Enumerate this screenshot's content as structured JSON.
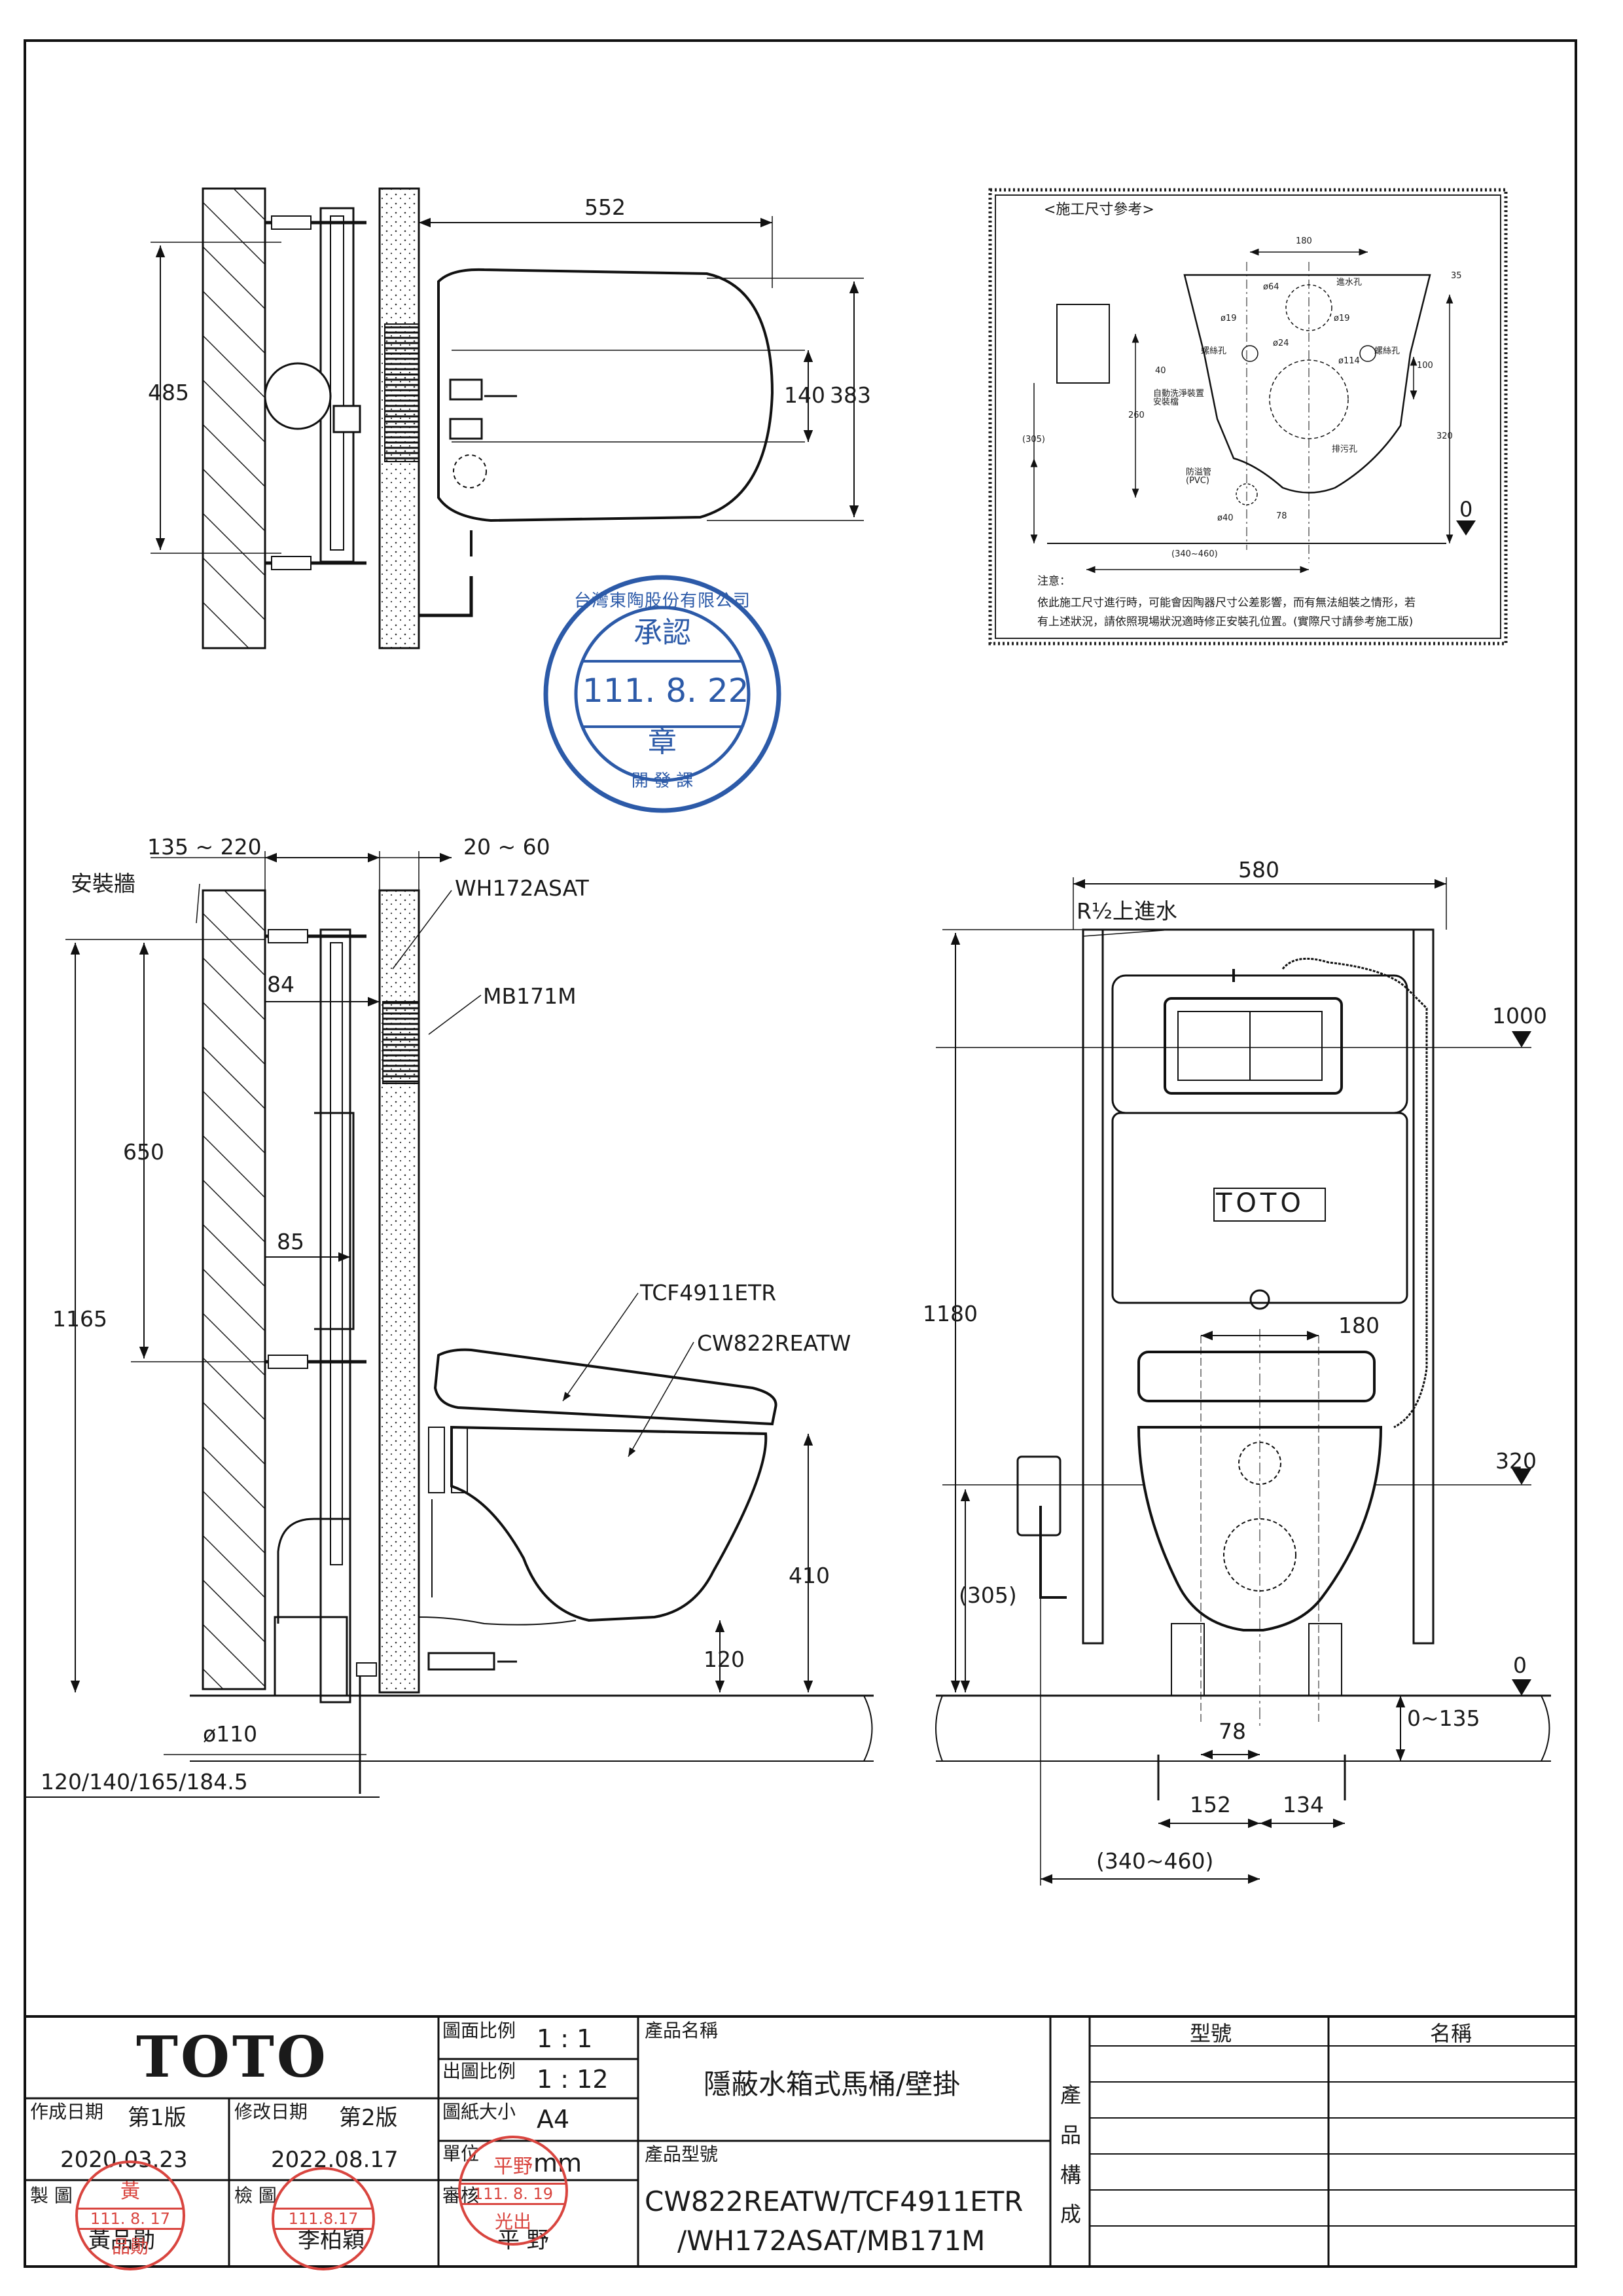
{
  "side_top": {
    "d_552": "552",
    "d_485": "485",
    "d_140": "140",
    "d_383": "383"
  },
  "ref_box": {
    "title": "<施工尺寸參考>",
    "d_180": "180",
    "d_35": "35",
    "d_64": "ø64",
    "d_19a": "ø19",
    "d_19b": "ø19",
    "d_24": "ø24",
    "d_114": "ø114",
    "d_40": "40",
    "d_100": "100",
    "d_260": "260",
    "d_305": "(305)",
    "d_320": "320",
    "d_40b": "ø40",
    "d_78": "78",
    "d_340": "(340~460)",
    "zero": "0",
    "l_inlet": "進水孔",
    "l_bolt1": "螺絲孔",
    "l_bolt2": "螺絲孔",
    "l_elec": "自動洗淨裝置\n安裝檔",
    "l_drain": "排污孔",
    "l_wp": "防溢管\n(PVC)",
    "note_head": "注意：",
    "note1": "依此施工尺寸進行時，可能會因陶器尺寸公差影響，而有無法組裝之情形，若",
    "note2": "有上述狀況，請依照現場狀況適時修正安裝孔位置。(實際尺寸請參考施工版)"
  },
  "stamp_blue": {
    "ring": "台灣東陶股份有限公司",
    "approve": "承認",
    "date": "111. 8. 22",
    "seal": "章",
    "dept": "開  發  課"
  },
  "side_main": {
    "d_135": "135 ~ 220",
    "d_20": "20 ~ 60",
    "l_wall": "安裝牆",
    "l_wh": "WH172ASAT",
    "l_mb": "MB171M",
    "d_84": "84",
    "d_650": "650",
    "d_85": "85",
    "d_1165": "1165",
    "l_tcf": "TCF4911ETR",
    "l_cw": "CW822REATW",
    "d_410": "410",
    "d_120": "120",
    "d_110": "ø110",
    "d_120list": "120/140/165/184.5"
  },
  "front": {
    "d_580": "580",
    "l_inlet": "R½上進水",
    "d_1000": "1000",
    "brand": "TOTO",
    "d_1180": "1180",
    "d_180": "180",
    "d_320": "320",
    "d_305": "(305)",
    "d_0": "0",
    "d_0135": "0~135",
    "d_78": "78",
    "d_152": "152",
    "d_134": "134",
    "d_340": "(340~460)"
  },
  "title_block": {
    "logo": "TOTO",
    "scale_label": "圖面比例",
    "scale_value": "1 : 1",
    "print_scale_label": "出圖比例",
    "print_scale_value": "1 : 12",
    "paper_label": "圖紙大小",
    "paper_value": "A4",
    "unit_label": "單位",
    "unit_value": "mm",
    "review_label": "審核",
    "review_name": "平  野",
    "made_date_label": "作成日期",
    "made_version": "第1版",
    "made_date": "2020.03.23",
    "rev_date_label": "修改日期",
    "rev_version": "第2版",
    "rev_date": "2022.08.17",
    "drawn_label": "製  圖",
    "drawn_name": "黃品勛",
    "check_label": "檢  圖",
    "check_name": "李柏穎",
    "product_name_label": "產品名稱",
    "product_name": "隱蔽水箱式馬桶/壁掛",
    "product_no_label": "產品型號",
    "product_no_1": "CW822REATW/TCF4911ETR",
    "product_no_2": "/WH172ASAT/MB171M",
    "composition_label": "產品構成",
    "col_model": "型號",
    "col_name": "名稱"
  },
  "stamps_red": {
    "s1_top": "黃",
    "s1_date": "111. 8. 17",
    "s1_bottom": "品勛",
    "s2_date": "111.8.17",
    "s3_top": "平野",
    "s3_date": "111. 8. 19",
    "s3_bottom": "光出"
  }
}
